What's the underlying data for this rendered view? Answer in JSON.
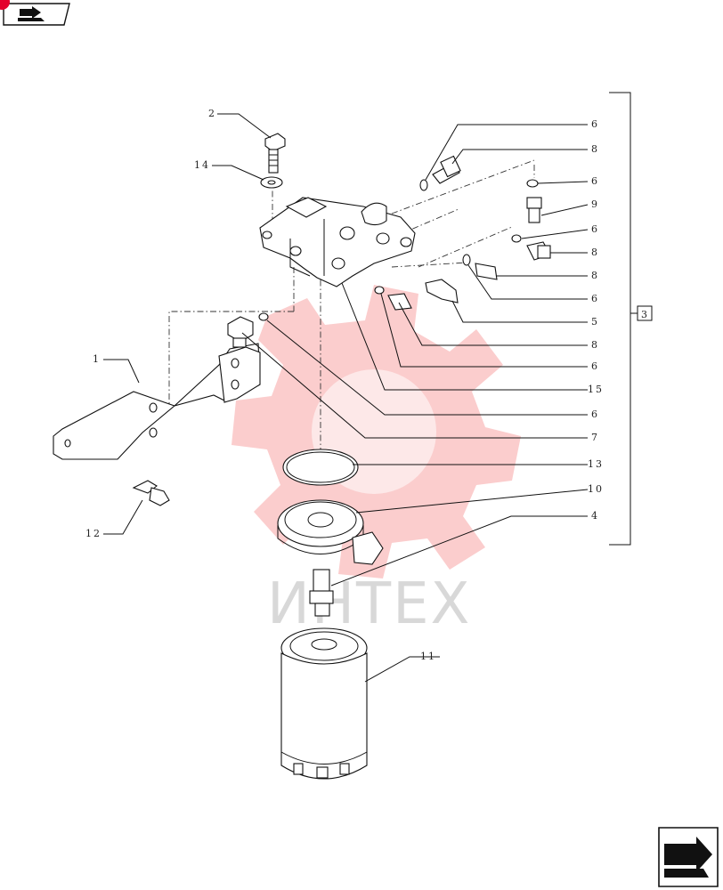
{
  "callouts": [
    {
      "id": "c2",
      "text": "2"
    },
    {
      "id": "c14",
      "text": "14"
    },
    {
      "id": "c1",
      "text": "1"
    },
    {
      "id": "c12",
      "text": "12"
    },
    {
      "id": "c6a",
      "text": "6"
    },
    {
      "id": "c8a",
      "text": "8"
    },
    {
      "id": "c6b",
      "text": "6"
    },
    {
      "id": "c9",
      "text": "9"
    },
    {
      "id": "c6c",
      "text": "6"
    },
    {
      "id": "c8b",
      "text": "8"
    },
    {
      "id": "c8c",
      "text": "8"
    },
    {
      "id": "c6d",
      "text": "6"
    },
    {
      "id": "c5",
      "text": "5"
    },
    {
      "id": "c8d",
      "text": "8"
    },
    {
      "id": "c6e",
      "text": "6"
    },
    {
      "id": "c15",
      "text": "15"
    },
    {
      "id": "c6f",
      "text": "6"
    },
    {
      "id": "c7",
      "text": "7"
    },
    {
      "id": "c13",
      "text": "13"
    },
    {
      "id": "c10",
      "text": "10"
    },
    {
      "id": "c4",
      "text": "4"
    },
    {
      "id": "c11",
      "text": "11"
    }
  ],
  "bracket_ref": "3",
  "watermark": "ИНТЕХ",
  "icons": {
    "top_left": "book-forward-icon",
    "bottom_right": "next-page-arrow-icon"
  }
}
